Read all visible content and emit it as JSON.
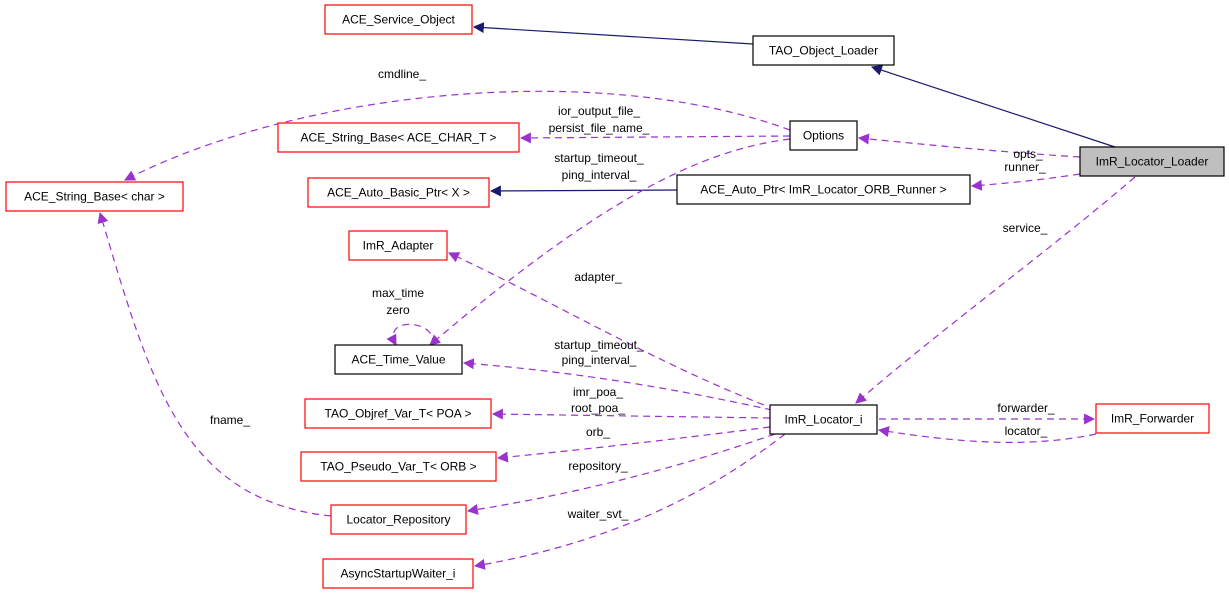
{
  "diagram": {
    "type": "collaboration-graph",
    "nodes": [
      {
        "id": "ace_service_object",
        "label": "ACE_Service_Object",
        "style": "red"
      },
      {
        "id": "tao_object_loader",
        "label": "TAO_Object_Loader",
        "style": "black"
      },
      {
        "id": "imr_locator_loader",
        "label": "ImR_Locator_Loader",
        "style": "focus"
      },
      {
        "id": "options",
        "label": "Options",
        "style": "black"
      },
      {
        "id": "ace_string_base_ace_char_t",
        "label": "ACE_String_Base< ACE_CHAR_T >",
        "style": "red"
      },
      {
        "id": "ace_string_base_char",
        "label": "ACE_String_Base< char >",
        "style": "red"
      },
      {
        "id": "ace_auto_basic_ptr",
        "label": "ACE_Auto_Basic_Ptr< X >",
        "style": "red"
      },
      {
        "id": "ace_auto_ptr_runner",
        "label": "ACE_Auto_Ptr< ImR_Locator_ORB_Runner >",
        "style": "black"
      },
      {
        "id": "imr_adapter",
        "label": "ImR_Adapter",
        "style": "red"
      },
      {
        "id": "ace_time_value",
        "label": "ACE_Time_Value",
        "style": "black"
      },
      {
        "id": "tao_objref_var_poa",
        "label": "TAO_Objref_Var_T< POA >",
        "style": "red"
      },
      {
        "id": "tao_pseudo_var_orb",
        "label": "TAO_Pseudo_Var_T< ORB >",
        "style": "red"
      },
      {
        "id": "locator_repository",
        "label": "Locator_Repository",
        "style": "red"
      },
      {
        "id": "async_startup_waiter",
        "label": "AsyncStartupWaiter_i",
        "style": "red"
      },
      {
        "id": "imr_locator_i",
        "label": "ImR_Locator_i",
        "style": "black"
      },
      {
        "id": "imr_forwarder",
        "label": "ImR_Forwarder",
        "style": "red"
      }
    ],
    "edges": [
      {
        "from": "tao_object_loader",
        "to": "ace_service_object",
        "kind": "inheritance",
        "labels": []
      },
      {
        "from": "imr_locator_loader",
        "to": "tao_object_loader",
        "kind": "inheritance",
        "labels": []
      },
      {
        "from": "ace_auto_ptr_runner",
        "to": "ace_auto_basic_ptr",
        "kind": "inheritance",
        "labels": []
      },
      {
        "from": "imr_locator_loader",
        "to": "options",
        "kind": "usage",
        "labels": [
          "opts_"
        ]
      },
      {
        "from": "imr_locator_loader",
        "to": "ace_auto_ptr_runner",
        "kind": "usage",
        "labels": [
          "runner_"
        ]
      },
      {
        "from": "imr_locator_loader",
        "to": "imr_locator_i",
        "kind": "usage",
        "labels": [
          "service_"
        ]
      },
      {
        "from": "options",
        "to": "ace_string_base_char",
        "kind": "usage",
        "labels": [
          "cmdline_"
        ]
      },
      {
        "from": "options",
        "to": "ace_string_base_ace_char_t",
        "kind": "usage",
        "labels": [
          "ior_output_file_",
          "persist_file_name_"
        ]
      },
      {
        "from": "options",
        "to": "ace_time_value",
        "kind": "usage",
        "labels": [
          "startup_timeout_",
          "ping_interval_"
        ]
      },
      {
        "from": "ace_time_value",
        "to": "ace_time_value",
        "kind": "usage",
        "labels": [
          "max_time",
          "zero"
        ]
      },
      {
        "from": "imr_locator_i",
        "to": "imr_adapter",
        "kind": "usage",
        "labels": [
          "adapter_"
        ]
      },
      {
        "from": "imr_locator_i",
        "to": "ace_time_value",
        "kind": "usage",
        "labels": [
          "startup_timeout_",
          "ping_interval_"
        ]
      },
      {
        "from": "imr_locator_i",
        "to": "tao_objref_var_poa",
        "kind": "usage",
        "labels": [
          "imr_poa_",
          "root_poa_"
        ]
      },
      {
        "from": "imr_locator_i",
        "to": "tao_pseudo_var_orb",
        "kind": "usage",
        "labels": [
          "orb_"
        ]
      },
      {
        "from": "imr_locator_i",
        "to": "locator_repository",
        "kind": "usage",
        "labels": [
          "repository_"
        ]
      },
      {
        "from": "imr_locator_i",
        "to": "async_startup_waiter",
        "kind": "usage",
        "labels": [
          "waiter_svt_"
        ]
      },
      {
        "from": "imr_locator_i",
        "to": "imr_forwarder",
        "kind": "usage",
        "labels": [
          "forwarder_"
        ]
      },
      {
        "from": "imr_forwarder",
        "to": "imr_locator_i",
        "kind": "usage",
        "labels": [
          "locator_"
        ]
      },
      {
        "from": "locator_repository",
        "to": "ace_string_base_char",
        "kind": "usage",
        "labels": [
          "fname_"
        ]
      }
    ],
    "colors": {
      "inheritance_edge": "#191970",
      "usage_edge": "#9a32cd",
      "red_border": "#ff0000",
      "black_border": "#000000",
      "focus_fill": "#bfbfbf"
    }
  }
}
